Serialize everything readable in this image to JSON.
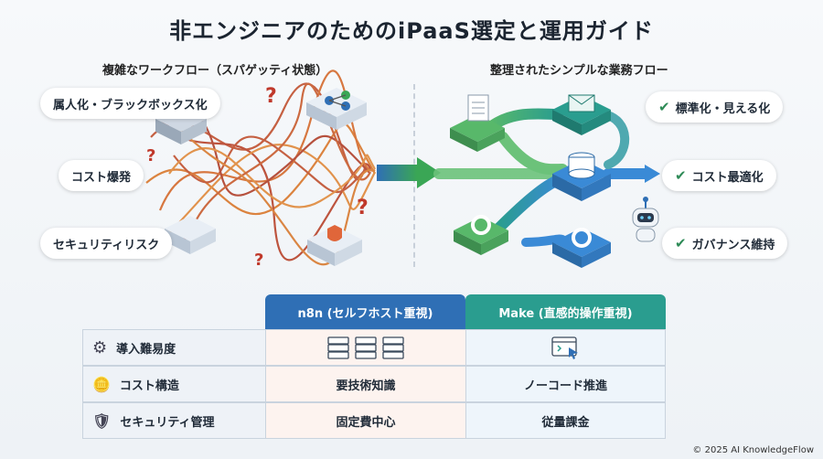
{
  "title": "非エンジニアのためのiPaaS選定と運用ガイド",
  "left": {
    "heading": "複雑なワークフロー（スパゲッティ状態）",
    "problems": [
      "属人化・ブラックボックス化",
      "コスト爆発",
      "セキュリティリスク"
    ]
  },
  "right": {
    "heading": "整理されたシンプルな業務フロー",
    "benefits": [
      "標準化・見える化",
      "コスト最適化",
      "ガバナンス維持"
    ]
  },
  "table": {
    "col1": "n8n (セルフホスト重視)",
    "col2": "Make (直感的操作重視)",
    "rows": [
      {
        "label": "導入難易度",
        "icon": "gear-icon",
        "c1": "",
        "c2": ""
      },
      {
        "label": "コスト構造",
        "icon": "coins-icon",
        "c1": "要技術知識",
        "c2": "ノーコード推進"
      },
      {
        "label": "セキュリティ管理",
        "icon": "shield-check-icon",
        "c1": "固定費中心",
        "c2": "従量課金"
      }
    ]
  },
  "colors": {
    "n8n": "#2f6fb5",
    "make": "#2a9d8f",
    "accent_green": "#3aa655",
    "tangle": "#c0502f"
  },
  "copyright": "© 2025 AI KnowledgeFlow"
}
